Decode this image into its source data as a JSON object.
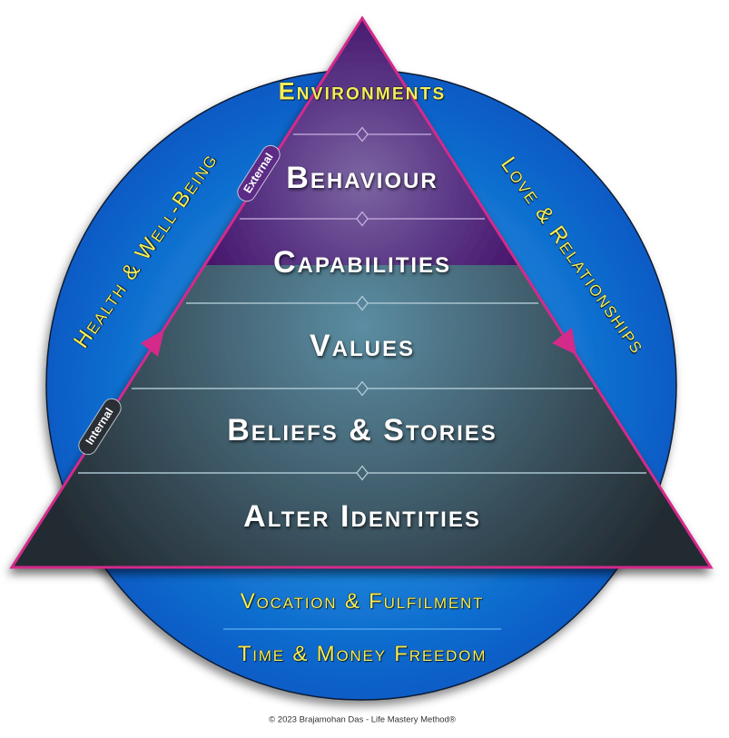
{
  "diagram": {
    "top_label": "Environments",
    "layers": [
      {
        "label": "Behaviour",
        "zone": "external"
      },
      {
        "label": "Capabilities",
        "zone": "external"
      },
      {
        "label": "Values",
        "zone": "internal"
      },
      {
        "label": "Beliefs & Stories",
        "zone": "internal"
      },
      {
        "label": "Alter Identities",
        "zone": "internal"
      }
    ],
    "badges": {
      "external": "External",
      "internal": "Internal"
    },
    "side_labels": {
      "left": "Health & Well-Being",
      "right": "Love & Relationships"
    },
    "bottom_labels": [
      "Vocation & Fulfilment",
      "Time & Money Freedom"
    ],
    "arrows": {
      "left_edge": "up",
      "right_edge": "down"
    },
    "colors": {
      "label_yellow": "#f4ee5c",
      "label_white": "#ffffff",
      "edge_magenta": "#d42a8a",
      "circle_blue": "#0b5ec8",
      "external_purple": "#5b2b86",
      "internal_slate": "#4f7a8c"
    }
  },
  "footer": {
    "copyright": "© 2023 Brajamohan Das - Life Mastery Method®"
  }
}
